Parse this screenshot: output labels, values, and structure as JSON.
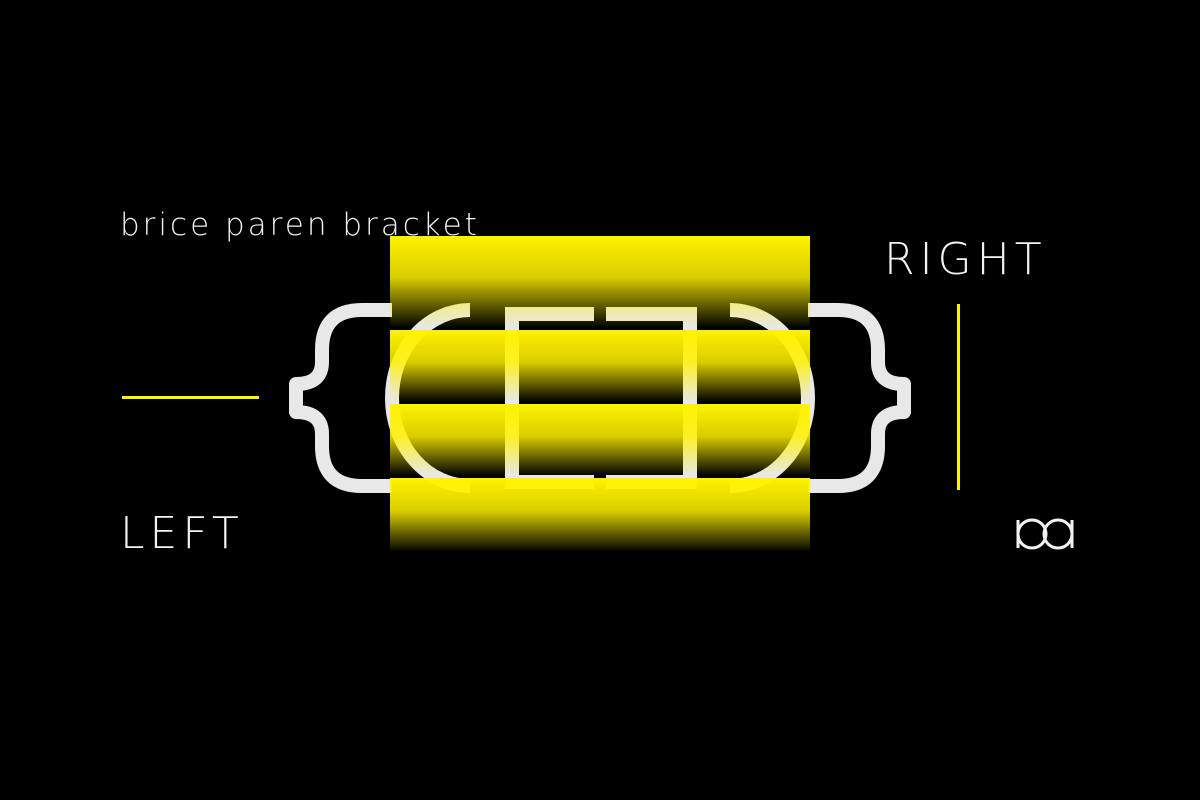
{
  "caption": "brice paren bracket",
  "labels": {
    "right": "RIGHT",
    "left": "LEFT"
  },
  "colors": {
    "background": "#000000",
    "accent": "#fff200",
    "glyph": "#e8e8e8"
  },
  "icons": {
    "logo": "brice-logo-icon"
  }
}
